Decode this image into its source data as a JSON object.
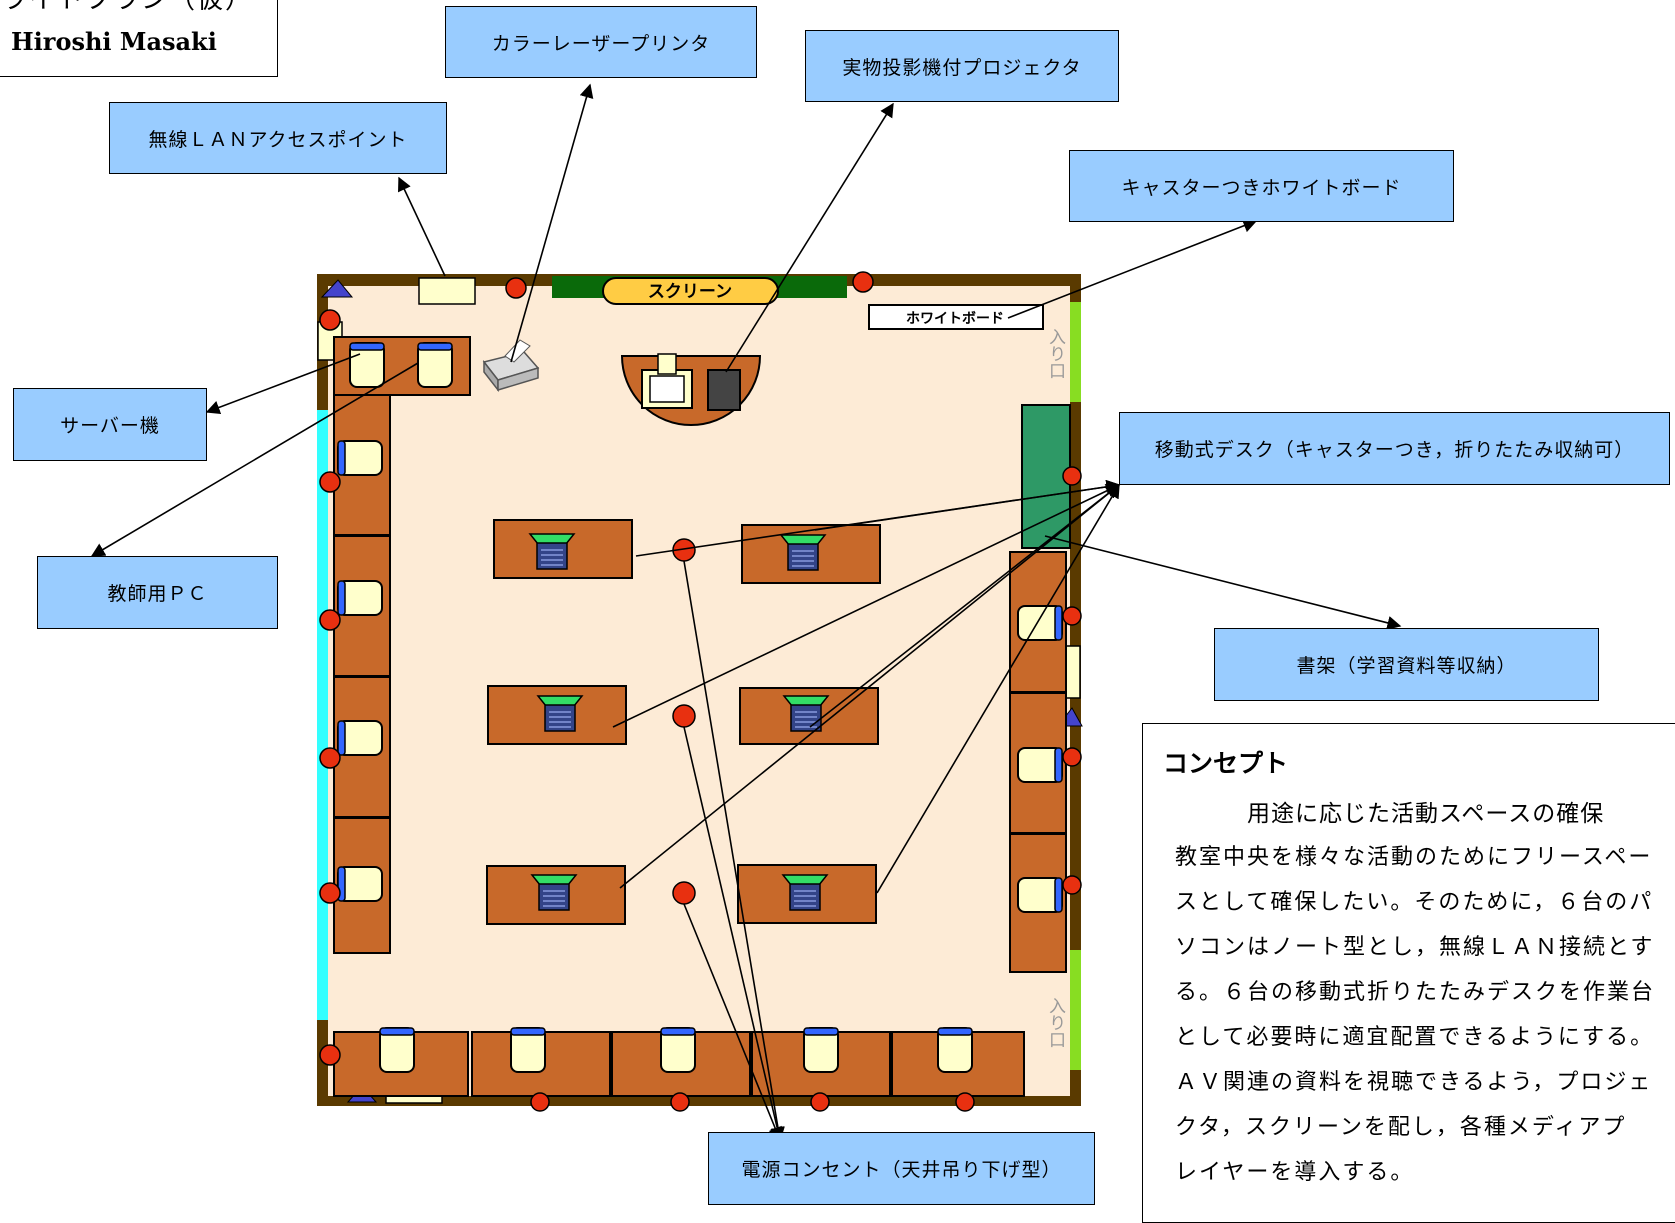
{
  "title": {
    "line1": "ライトプラン（仮）",
    "author": "Hiroshi Masaki"
  },
  "labels": {
    "printer": "カラーレーザープリンタ",
    "projector": "実物投影機付プロジェクタ",
    "lan": "無線ＬＡＮアクセスポイント",
    "whiteboard": "キャスターつきホワイトボード",
    "server": "サーバー機",
    "desk": "移動式デスク（キャスターつき，折りたたみ収納可）",
    "teacher_pc": "教師用ＰＣ",
    "bookshelf": "書架（学習資料等収納）",
    "outlet": "電源コンセント（天井吊り下げ型）"
  },
  "plan": {
    "screen": "スクリーン",
    "whiteboard": "ホワイトボード",
    "entrance_top": "入り口",
    "entrance_bottom": "入り口"
  },
  "concept": {
    "heading": "コンセプト",
    "subheading": "用途に応じた活動スペースの確保",
    "body": "教室中央を様々な活動のためにフリースペー\nスとして確保したい。そのために，６台のパ\nソコンはノート型とし，無線ＬＡＮ接続とす\nる。６台の移動式折りたたみデスクを作業台\nとして必要時に適宜配置できるようにする。\nＡＶ関連の資料を視聴できるよう，プロジェ\nクタ，スクリーンを配し，各種メディアプ\nレイヤーを導入する。"
  },
  "colors": {
    "callout": "#99ccff",
    "floor": "#fdebd6",
    "wall": "#5a3a00",
    "desk": "#c8692a",
    "outlet": "#e83010",
    "window": "#33ffff",
    "door": "#88dd22",
    "screen_bar": "#0a6a0a",
    "mobile_desk": "#2e9966"
  },
  "icons": [
    "printer-icon",
    "laptop-icon",
    "chair-icon",
    "outlet-icon",
    "triangle-marker-icon"
  ]
}
